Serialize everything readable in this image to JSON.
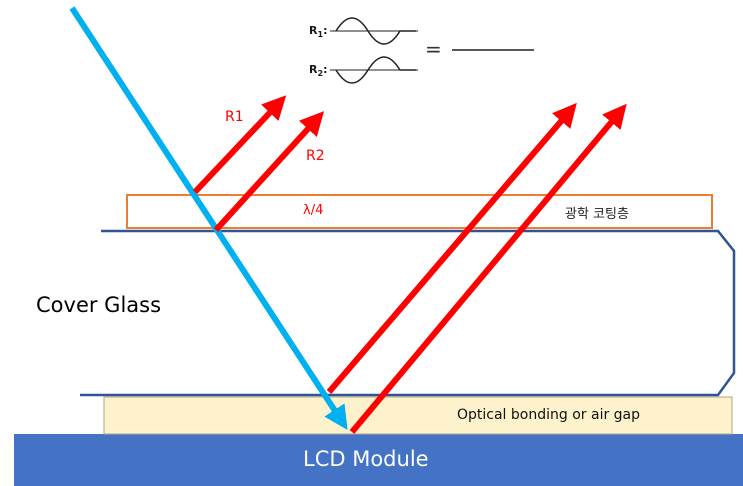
{
  "labels": {
    "r1": "R1",
    "r2": "R2",
    "quarter_wave": "λ/4",
    "coating": "광학 코팅층",
    "cover_glass": "Cover Glass",
    "bonding": "Optical bonding or air gap",
    "lcd": "LCD Module",
    "legend_r1": "R",
    "legend_r1_sub": "1",
    "legend_r2": "R",
    "legend_r2_sub": "2",
    "equals": "="
  },
  "colors": {
    "incident_ray": "#00b0f0",
    "reflected_ray": "#ff0000",
    "coating_border": "#ed7d31",
    "glass_outline": "#2f5597",
    "bonding_fill": "#fdf2cc",
    "lcd_fill": "#4472c4",
    "text_red": "#ff0000"
  }
}
